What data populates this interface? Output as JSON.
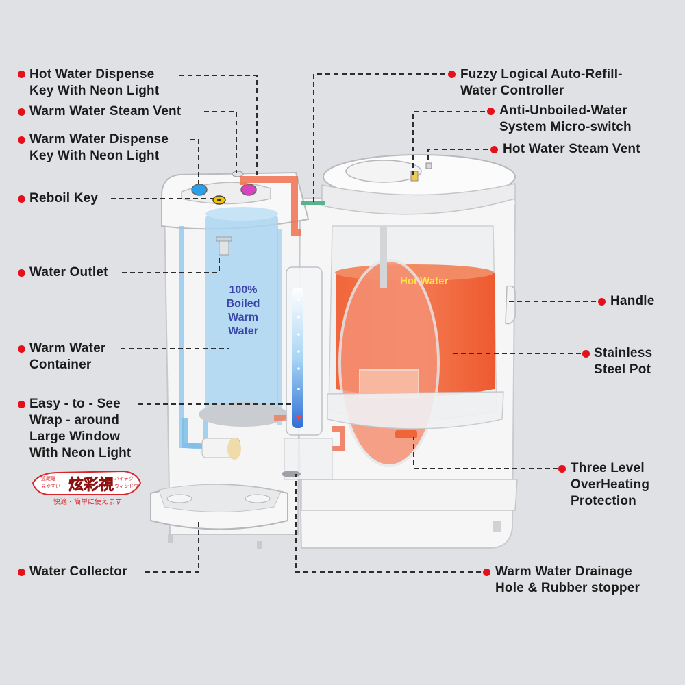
{
  "labels": {
    "hot_dispense": [
      "Hot Water  Dispense",
      "Key With Neon Light"
    ],
    "warm_vent": "Warm Water Steam Vent",
    "warm_dispense": [
      "Warm Water Dispense",
      "Key With Neon Light"
    ],
    "reboil": "Reboil Key",
    "water_outlet": "Water Outlet",
    "warm_container": [
      "Warm Water",
      "Container"
    ],
    "window": [
      "Easy - to - See",
      "Wrap  -  around",
      "Large  Window",
      "With Neon Light"
    ],
    "collector": "Water Collector",
    "fuzzy": [
      "Fuzzy Logical Auto-Refill-",
      "Water Controller"
    ],
    "anti_unboiled": [
      "Anti-Unboiled-Water",
      "System Micro-switch"
    ],
    "hot_vent": "Hot Water Steam Vent",
    "handle": "Handle",
    "pot": [
      "Stainless",
      "Steel Pot"
    ],
    "overheat": [
      "Three    Level",
      "OverHeating",
      "Protection"
    ],
    "drainage": [
      "Warm  Water  Drainage",
      "Hole & Rubber stopper"
    ]
  },
  "inner": {
    "hot_water": "Hot Water",
    "boiled": [
      "100%",
      "Boiled",
      "Warm",
      "Water"
    ]
  },
  "logo": {
    "main": "炫彩視",
    "left": [
      "遠距離",
      "見やすい"
    ],
    "right": [
      "ハイテク",
      "ウィンドウ"
    ],
    "sub": "快適・簡単に使えます"
  },
  "colors": {
    "dot": "#e4101c",
    "hot_water": "#ef5a35",
    "warm_water": "#9fd2f0",
    "background": "#dfe1e4"
  }
}
